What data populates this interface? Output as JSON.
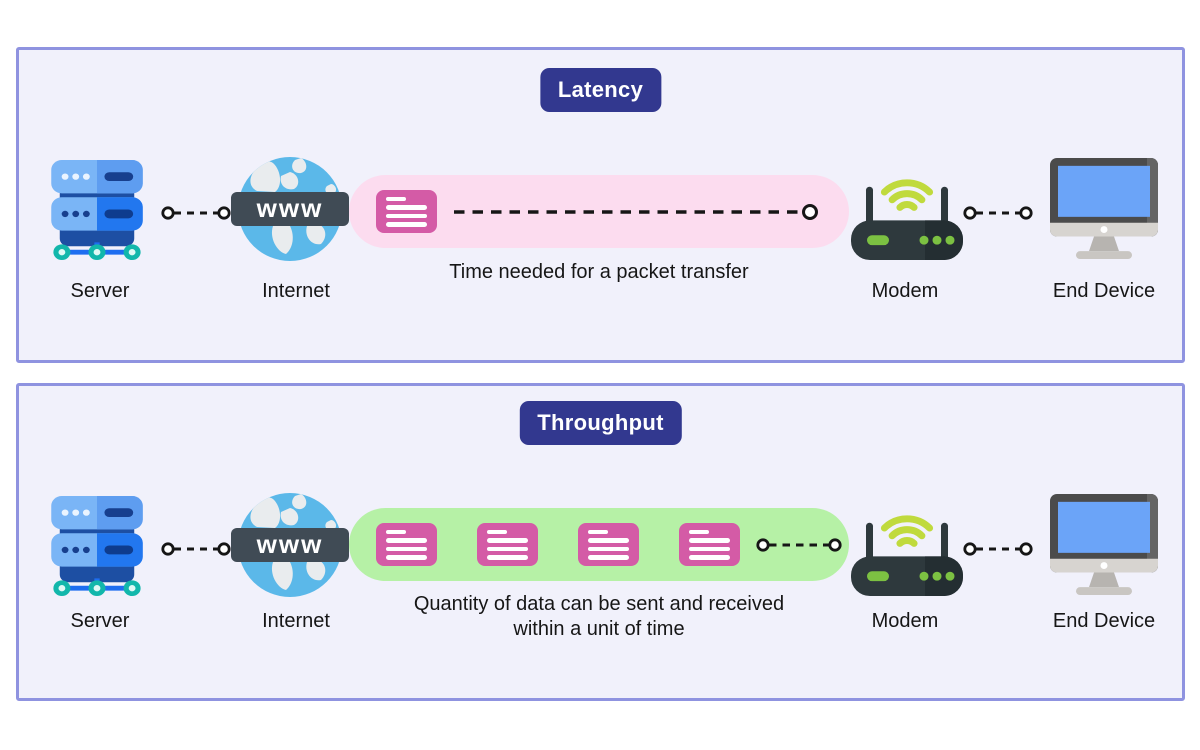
{
  "shared": {
    "www_label": "www"
  },
  "colors": {
    "panel_bg": "#f1f1fb",
    "panel_border": "#8f93e0",
    "badge_bg": "#32388f",
    "badge_text": "#ffffff",
    "pill_pink": "#fcdcef",
    "pill_green": "#b6f1a6",
    "packet_pink": "#d45ba6",
    "label_text": "#161616",
    "wire": "#161616"
  },
  "panels": [
    {
      "title": "Latency",
      "labels": {
        "server": "Server",
        "internet": "Internet",
        "modem": "Modem",
        "end_device": "End Device"
      },
      "description": [
        "Time needed for a packet transfer"
      ],
      "packets": 1
    },
    {
      "title": "Throughput",
      "labels": {
        "server": "Server",
        "internet": "Internet",
        "modem": "Modem",
        "end_device": "End Device"
      },
      "description": [
        "Quantity of data can be sent and received",
        "within a unit of time"
      ],
      "packets": 4
    }
  ]
}
